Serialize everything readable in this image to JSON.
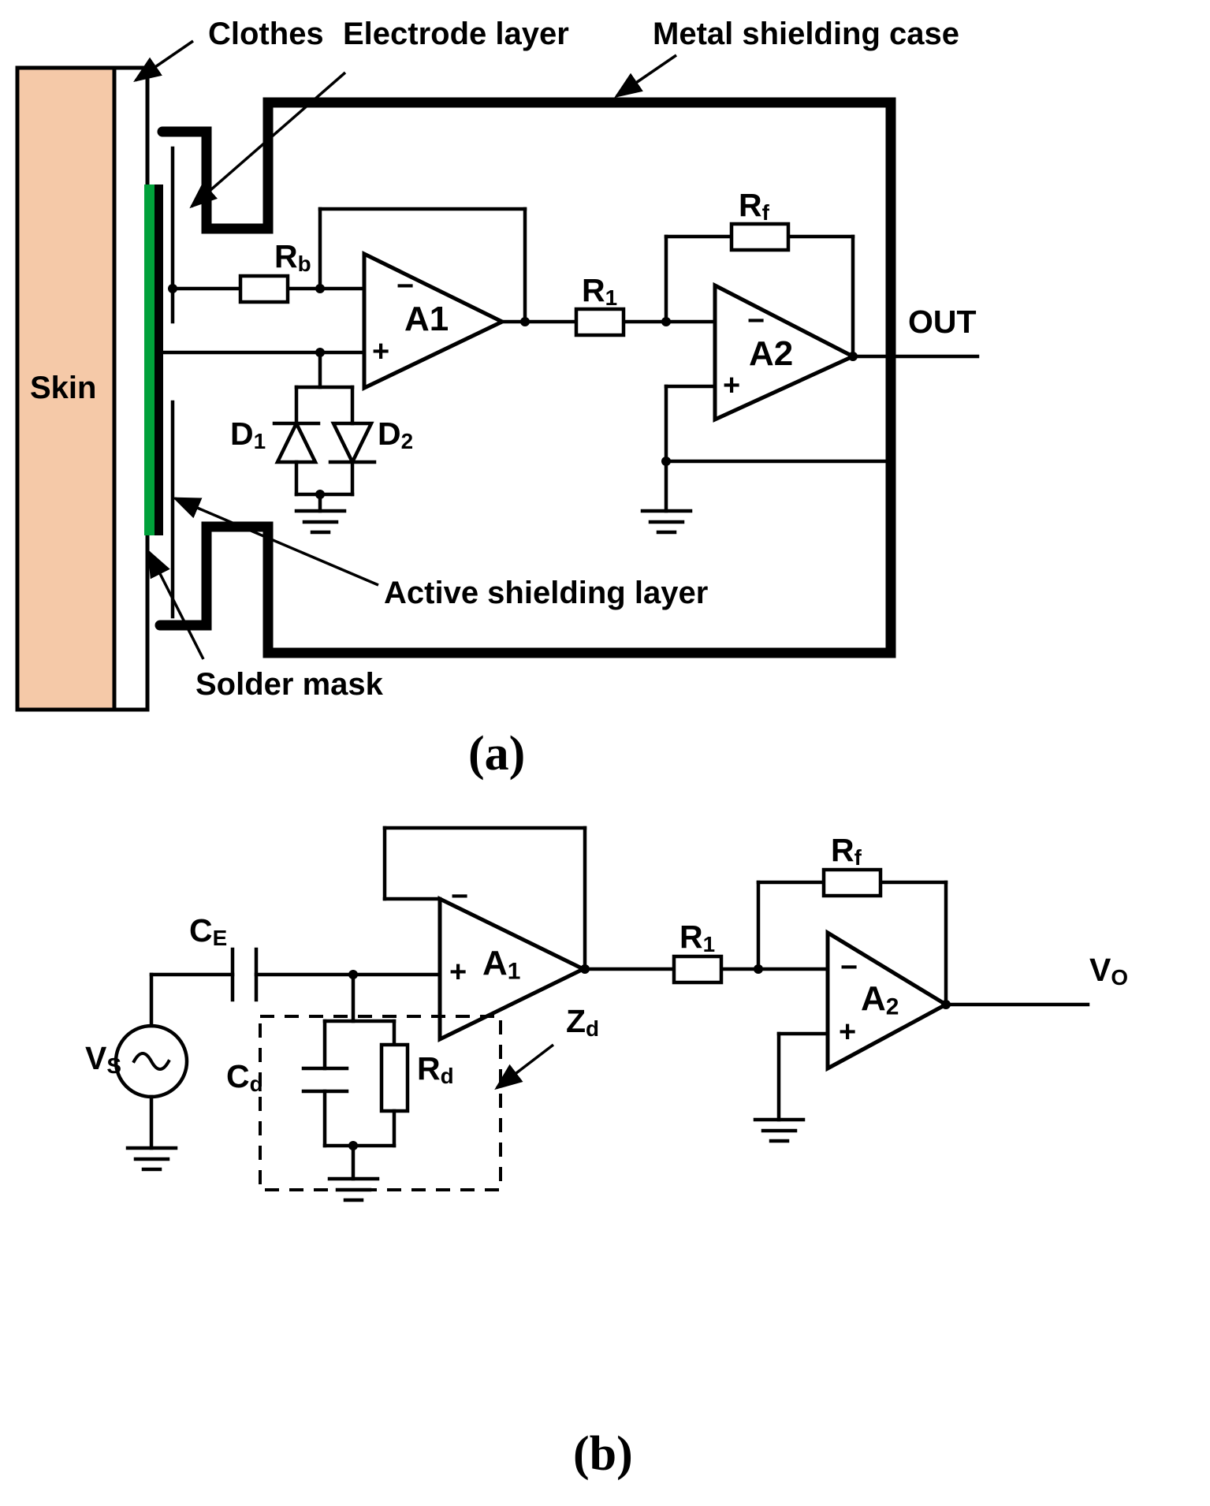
{
  "figure": {
    "panels": [
      {
        "key": "a",
        "letter": "(a)"
      },
      {
        "key": "b",
        "letter": "(b)"
      }
    ]
  },
  "panel_a": {
    "annotations": {
      "clothes": "Clothes",
      "electrode_layer": "Electrode layer",
      "metal_shielding_case": "Metal shielding case",
      "active_shielding_layer": "Active shielding layer",
      "solder_mask": "Solder mask",
      "skin": "Skin"
    },
    "components": {
      "rb": "R",
      "rb_sub": "b",
      "r1": "R",
      "r1_sub": "1",
      "rf": "R",
      "rf_sub": "f",
      "d1": "D",
      "d1_sub": "1",
      "d2": "D",
      "d2_sub": "2",
      "a1": "A1",
      "a2": "A2",
      "out": "OUT",
      "plus": "+",
      "minus": "−"
    },
    "colors": {
      "skin": "#F5C9A8",
      "electrode_green": "#00A13A",
      "solder_mask": "#000000",
      "clothes": "#FFFFFF",
      "wire": "#000000",
      "case": "#000000"
    }
  },
  "panel_b": {
    "components": {
      "vs": "V",
      "vs_sub": "S",
      "ce": "C",
      "ce_sub": "E",
      "cd": "C",
      "cd_sub": "d",
      "rd": "R",
      "rd_sub": "d",
      "zd": "Z",
      "zd_sub": "d",
      "r1": "R",
      "r1_sub": "1",
      "rf": "R",
      "rf_sub": "f",
      "a1": "A",
      "a1_sub": "1",
      "a2": "A",
      "a2_sub": "2",
      "vo": "V",
      "vo_sub": "O",
      "plus": "+",
      "minus": "−"
    },
    "colors": {
      "wire": "#000000",
      "dashed_box": "#000000"
    }
  }
}
